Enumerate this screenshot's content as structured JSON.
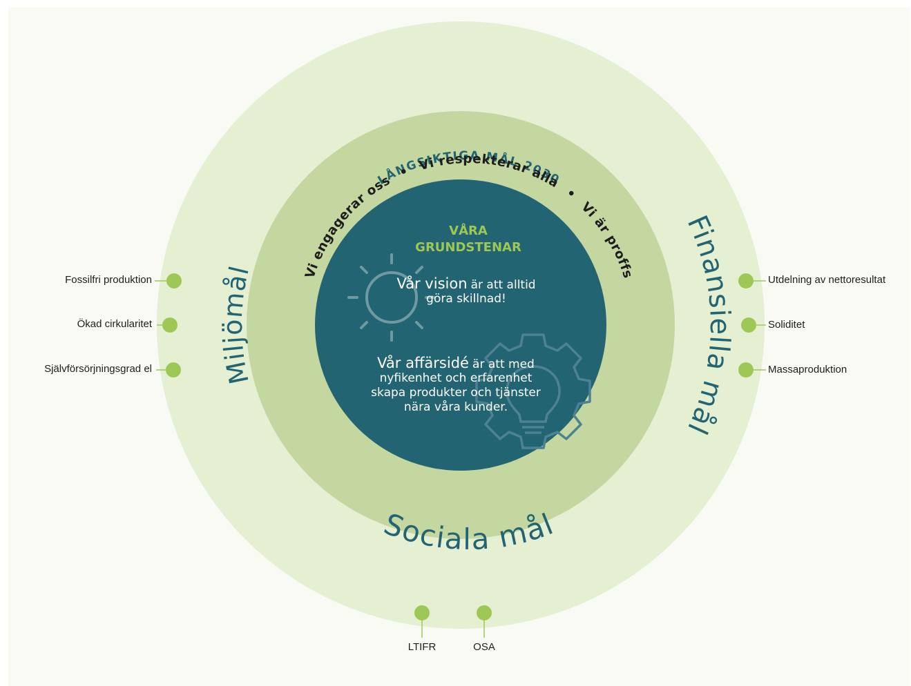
{
  "outer_ring": {
    "title": "LÅNGSIKTIGA MÅL 2030"
  },
  "middle_ring": {
    "title": "VÅRA VÄRDERINGAR",
    "values": [
      "Vi engagerar oss",
      "Vi respekterar alla",
      "Vi är proffs"
    ],
    "separator": "•"
  },
  "core": {
    "title_line1": "VÅRA",
    "title_line2": "GRUNDSTENAR",
    "vision": {
      "lead": "Vår vision",
      "rest": "är att alltid",
      "line2": "göra skillnad!"
    },
    "business_idea": {
      "lead": "Vår affärsidé",
      "rest": "är att med",
      "lines": [
        "nyfikenhet och erfarenhet",
        "skapa produkter och tjänster",
        "nära våra kunder."
      ]
    },
    "icons": [
      "sun-icon",
      "gear-lightbulb-icon"
    ]
  },
  "goal_areas": {
    "environment": {
      "title": "Miljömål",
      "items": [
        "Fossilfri produktion",
        "Ökad cirkularitet",
        "Självförsörjningsgrad el"
      ]
    },
    "financial": {
      "title": "Finansiella mål",
      "items": [
        "Utdelning av nettoresultat",
        "Soliditet",
        "Massaproduktion"
      ]
    },
    "social": {
      "title": "Sociala mål",
      "items": [
        "LTIFR",
        "OSA"
      ]
    }
  },
  "colors": {
    "background": "#f9faf4",
    "outer_ring": "#e5efd2",
    "middle_ring": "#c5d7a0",
    "core": "#236473",
    "heading_text": "#236473",
    "accent_green": "#9ec856",
    "values_text": "#1d1d1b"
  }
}
